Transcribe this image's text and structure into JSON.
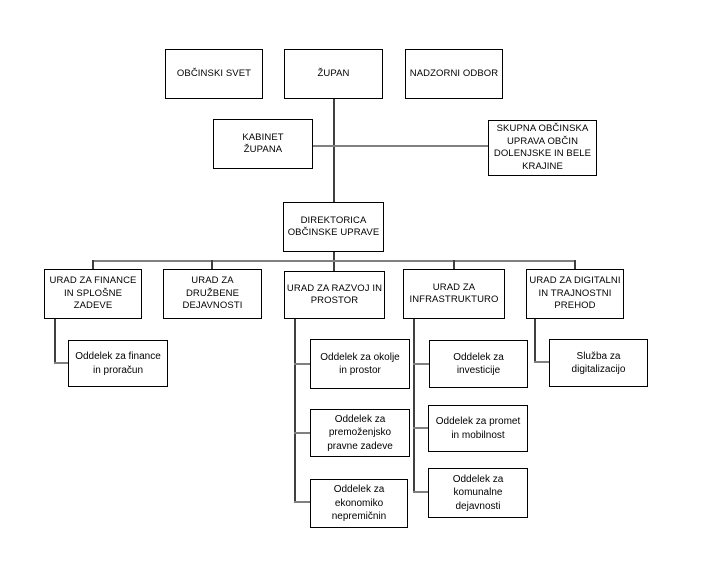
{
  "org": {
    "nodes": {
      "obcinski_svet": {
        "label": "OBČINSKI SVET"
      },
      "zupan": {
        "label": "ŽUPAN"
      },
      "nadzorni_odbor": {
        "label": "NADZORNI ODBOR"
      },
      "kabinet_zupana": {
        "label": "KABINET\nŽUPANA"
      },
      "skupna_uprava": {
        "label": "SKUPNA OBČINSKA\nUPRAVA OBČIN\nDOLENJSKE IN BELE\nKRAJINE"
      },
      "direktorica": {
        "label": "DIREKTORICA\nOBČINSKE UPRAVE"
      },
      "urad_finance": {
        "label": "URAD ZA FINANCE\nIN SPLOŠNE\nZADEVE"
      },
      "urad_druzbene": {
        "label": "URAD ZA\nDRUŽBENE\nDEJAVNOSTI"
      },
      "urad_razvoj": {
        "label": "URAD ZA RAZVOJ IN\nPROSTOR"
      },
      "urad_infra": {
        "label": "URAD ZA\nINFRASTRUKTURO"
      },
      "urad_digitalni": {
        "label": "URAD ZA DIGITALNI\nIN TRAJNOSTNI\nPREHOD"
      },
      "odd_finance": {
        "label": "Oddelek za finance\nin proračun"
      },
      "odd_okolje": {
        "label": "Oddelek za okolje\nin prostor"
      },
      "odd_premozenjsko": {
        "label": "Oddelek za\npremoženjsko\npravne zadeve"
      },
      "odd_ekonomiko": {
        "label": "Oddelek za\nekonomiko\nnepremičnin"
      },
      "odd_investicije": {
        "label": "Oddelek za\ninvesticije"
      },
      "odd_promet": {
        "label": "Oddelek za promet\nin mobilnost"
      },
      "odd_komunalne": {
        "label": "Oddelek za\nkomunalne\ndejavnosti"
      },
      "sluzba_digital": {
        "label": "Služba za\ndigitalizacijo"
      }
    },
    "colors": {
      "background": "#ffffff",
      "box_border": "#000000",
      "text": "#000000",
      "connector_horizontal": "#808080",
      "connector_vertical": "#404040"
    }
  }
}
